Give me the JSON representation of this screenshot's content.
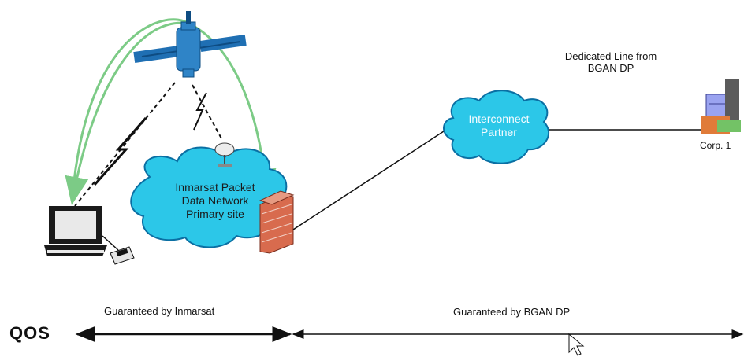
{
  "diagram": {
    "dedicated_line_label": [
      "Dedicated Line from",
      "BGAN DP"
    ],
    "inmarsat_cloud_label": [
      "Inmarsat Packet",
      "Data Network",
      "Primary site"
    ],
    "interconnect_cloud_label": [
      "Interconnect",
      "Partner"
    ],
    "corp_label": "Corp. 1",
    "qos_title": "QOS",
    "guaranteed_inmarsat": "Guaranteed by Inmarsat",
    "guaranteed_bgan": "Guaranteed by BGAN DP"
  },
  "colors": {
    "cloud_fill": "#2cc7e8",
    "cloud_stroke": "#0a6fa3",
    "satellite": "#1f6fb3",
    "green_arc": "#7ccb86",
    "red_arrow": "#e33b2f",
    "firewall_brick": "#d86b4e"
  },
  "icons": [
    "satellite-icon",
    "laptop-icon",
    "phone-icon",
    "dish-antenna-icon",
    "firewall-icon",
    "corporate-building-icon",
    "mouse-cursor-icon"
  ]
}
